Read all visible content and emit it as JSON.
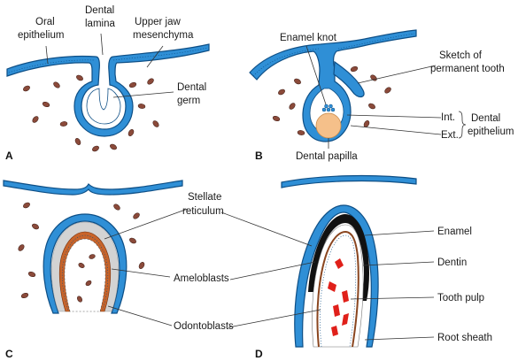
{
  "panels": {
    "A": {
      "letter": "A",
      "labels": {
        "oral_epithelium_1": "Oral",
        "oral_epithelium_2": "epithelium",
        "dental_lamina_1": "Dental",
        "dental_lamina_2": "lamina",
        "mesenchyma_1": "Upper jaw",
        "mesenchyma_2": "mesenchyma",
        "dental_germ_1": "Dental",
        "dental_germ_2": "germ"
      }
    },
    "B": {
      "letter": "B",
      "labels": {
        "enamel_knot": "Enamel knot",
        "sketch_1": "Sketch of",
        "sketch_2": "permanent tooth",
        "int": "Int.",
        "ext": "Ext.",
        "dental_epi_1": "Dental",
        "dental_epi_2": "epithelium",
        "dental_papilla": "Dental papilla"
      }
    },
    "C": {
      "letter": "C",
      "labels": {
        "stellate_1": "Stellate",
        "stellate_2": "reticulum",
        "ameloblasts": "Ameloblasts",
        "odontoblasts": "Odontoblasts"
      }
    },
    "D": {
      "letter": "D",
      "labels": {
        "enamel": "Enamel",
        "dentin": "Dentin",
        "tooth_pulp": "Tooth pulp",
        "root_sheath": "Root sheath"
      }
    }
  },
  "colors": {
    "epithelium": "#2f8fd6",
    "mesenchyme_cells": "#8b4a3a",
    "papilla": "#f5c08a",
    "stellate": "#d3d3d3",
    "ameloblasts": "#c8642a",
    "enamel": "#111111",
    "pulp_vessels": "#e0201a"
  }
}
